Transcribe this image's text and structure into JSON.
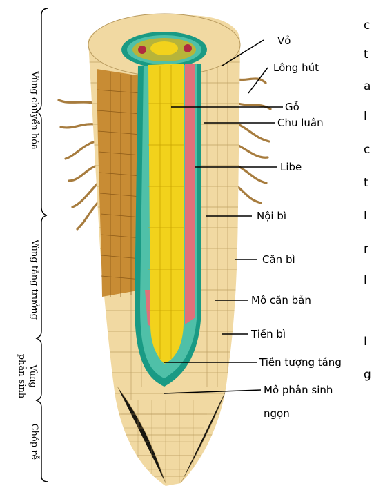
{
  "zones": [
    {
      "id": "maturation",
      "text": "Vùng chuyển hóa"
    },
    {
      "id": "elongation",
      "text": "Vùng tăng trưởng"
    },
    {
      "id": "meristem_1",
      "text": "Vùng"
    },
    {
      "id": "meristem_2",
      "text": "phân sinh"
    },
    {
      "id": "cap",
      "text": "Chóp rễ"
    }
  ],
  "labels": [
    {
      "id": "vo",
      "text": "Vỏ"
    },
    {
      "id": "long-hut",
      "text": "Lông hút"
    },
    {
      "id": "go",
      "text": "Gỗ"
    },
    {
      "id": "chu-luan",
      "text": "Chu luân"
    },
    {
      "id": "libe",
      "text": "Libe"
    },
    {
      "id": "noi-bi",
      "text": "Nội bì"
    },
    {
      "id": "can-bi",
      "text": "Căn bì"
    },
    {
      "id": "mo-can-ban",
      "text": "Mô căn bản"
    },
    {
      "id": "tien-bi",
      "text": "Tiền bì"
    },
    {
      "id": "tien-tuong-tang",
      "text": "Tiền tượng tầng"
    },
    {
      "id": "mo-phan-sinh-1",
      "text": "Mô phân sinh"
    },
    {
      "id": "mo-phan-sinh-2",
      "text": "ngọn"
    }
  ],
  "edge_chars": [
    "c",
    "t",
    "a",
    "l",
    "c",
    "t",
    "l",
    "r",
    "l",
    "I",
    "g"
  ],
  "colors": {
    "cortex": "#f1d9a2",
    "cortex_line": "#b89a5e",
    "cut_face": "#c88c34",
    "epidermis": "#a86c1e",
    "xylem": "#f2d21c",
    "phloem": "#e0707a",
    "endodermis": "#1a9a84",
    "pericycle": "#4fc0a8",
    "root_hair": "#a77c3e"
  }
}
